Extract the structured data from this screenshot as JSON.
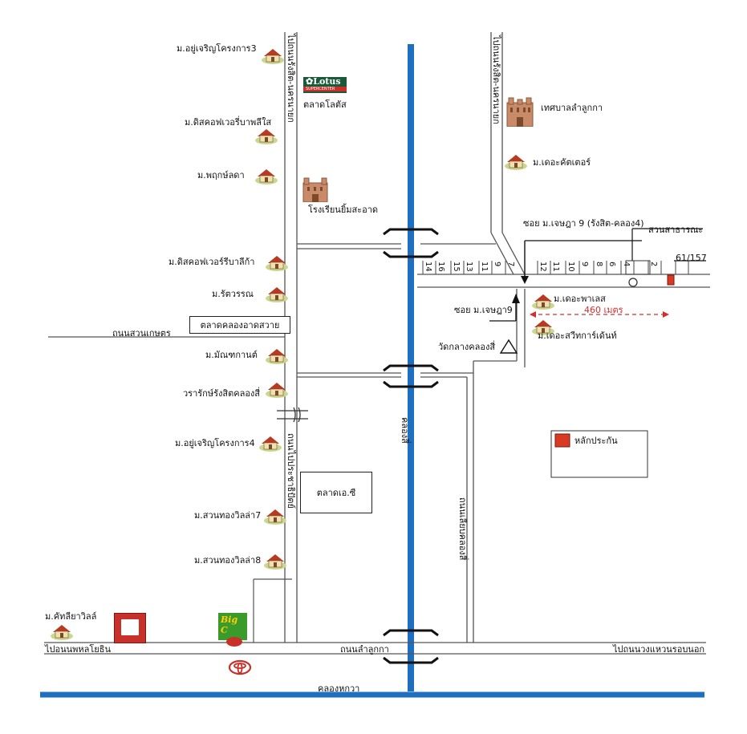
{
  "colors": {
    "canal": "#1e6fc0",
    "road": "#555555",
    "distance": "#d03030",
    "marker": "#d83a22"
  },
  "icons": {
    "house": "house-icon",
    "building": "building-icon",
    "temple": "triangle-icon"
  },
  "labels": {
    "villa_3": "ม.อยู่เจริญโครงการ3",
    "lotus_store": "ตลาดโลตัส",
    "lotus_brand": "Lotus",
    "lotus_sub": "SUPERCENTER",
    "dis_rpt1": "ม.ดิสคอฟเวอรี่บาพลีใส",
    "phruk": "ม.พฤกษ์ลดา",
    "school": "โรงเรียนยิ้มสะอาด",
    "dis_rpt2": "ม.ดิสคอฟเวอร์รีบาลีก้า",
    "ratwaran": "ม.รัตวรรณ",
    "market_klong": "ตลาดคลองอาดสวาย",
    "road_suan": "ถนนสวนเกษตร",
    "mantha": "ม.มัณฑกานต์",
    "warak": "วรารักษ์รังสิตคลองสี่",
    "villa_4": "ม.อยู่เจริญโครงการ4",
    "market_ac": "ตลาดเอ.ซี",
    "suanthong7": "ม.สวนทองวิลล่า7",
    "suanthong8": "ม.สวนทองวิลล่า8",
    "kattiya": "ม.คัทลียาวิลล์",
    "road_bottom_left": "ไปอนนพหลโยธิน",
    "road_lamluk": "ถนนลำลูกกา",
    "road_bottom_right": "ไปถนนวงแหวนรอบนอก",
    "klong_bottom": "คลองหกวา",
    "municipality": "เทศบาลลำลูกกา",
    "the_cutter": "ม.เดอะคัตเตอร์",
    "soi_main": "ซอย ม.เจษฎา 9 (รังสิต-คลอง4)",
    "public_park": "สวนสาธารณะ",
    "addr": "61/157",
    "the_palace": "ม.เดอะพาเลส",
    "distance": "460 เมตร",
    "soi_small": "ซอย ม.เจษฎา9",
    "wat": "วัดกลางคลองสี่",
    "sweet_home": "ม.เดอะสวีทการ์เด้นท์",
    "collateral": "หลักประกัน",
    "road_left_v": "ไปถนนรังสิต-นครนายก",
    "road_left_v2": "ถนนไปประชาธิปัตย์",
    "road_right_v": "ไปถนนรังสิต-นครนายก",
    "canal_v": "คลองสี่",
    "road_canal_v": "ถนนเลียบคลองสี่"
  },
  "soi_numbers": [
    "14",
    "16",
    "15",
    "13",
    "11",
    "9",
    "7",
    "12",
    "11",
    "10",
    "9",
    "8",
    "6",
    "4",
    "2"
  ],
  "big_logo": "Big C"
}
